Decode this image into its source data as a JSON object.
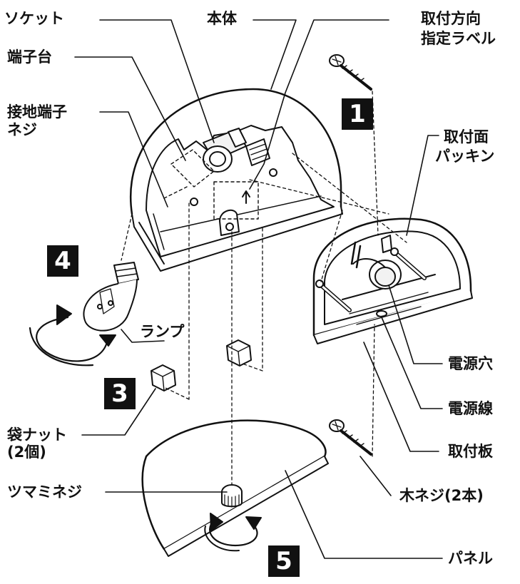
{
  "labels": {
    "socket": "ソケット",
    "body": "本体",
    "direction_label_1": "取付方向",
    "direction_label_2": "指定ラベル",
    "terminal_block": "端子台",
    "ground_screw_1": "接地端子",
    "ground_screw_2": "ネジ",
    "gasket_1": "取付面",
    "gasket_2": "パッキン",
    "lamp": "ランプ",
    "power_hole": "電源穴",
    "power_wire": "電源線",
    "cap_nut_1": "袋ナット",
    "cap_nut_2": "(2個)",
    "mounting_plate": "取付板",
    "knob_screw": "ツマミネジ",
    "wood_screw": "木ネジ(2本)",
    "panel": "パネル"
  },
  "steps": [
    "1",
    "3",
    "4",
    "5"
  ]
}
